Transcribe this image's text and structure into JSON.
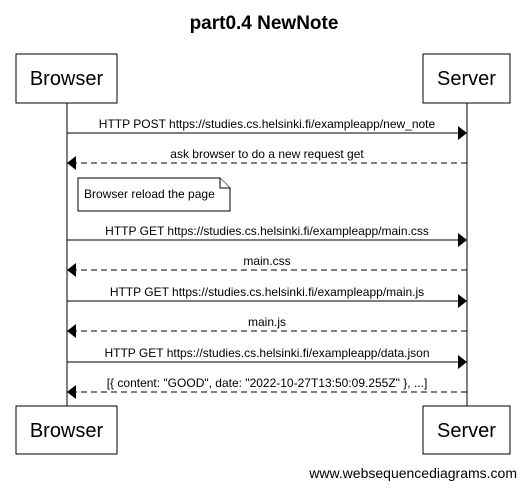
{
  "title": "part0.4 NewNote",
  "actors": {
    "left": "Browser",
    "right": "Server"
  },
  "messages": [
    {
      "label": "HTTP POST https://studies.cs.helsinki.fi/exampleapp/new_note",
      "direction": "right",
      "style": "solid"
    },
    {
      "label": "ask browser to do a new request get",
      "direction": "left",
      "style": "dashed"
    },
    {
      "label": "HTTP GET https://studies.cs.helsinki.fi/exampleapp/main.css",
      "direction": "right",
      "style": "solid"
    },
    {
      "label": "main.css",
      "direction": "left",
      "style": "dashed"
    },
    {
      "label": "HTTP GET https://studies.cs.helsinki.fi/exampleapp/main.js",
      "direction": "right",
      "style": "solid"
    },
    {
      "label": "main.js",
      "direction": "left",
      "style": "dashed"
    },
    {
      "label": "HTTP GET https://studies.cs.helsinki.fi/exampleapp/data.json",
      "direction": "right",
      "style": "solid"
    },
    {
      "label": "[{ content: \"GOOD\", date: \"2022-10-27T13:50:09.255Z\" }, ...]",
      "direction": "left",
      "style": "dashed"
    }
  ],
  "note": "Browser reload the page",
  "footer": "www.websequencediagrams.com"
}
